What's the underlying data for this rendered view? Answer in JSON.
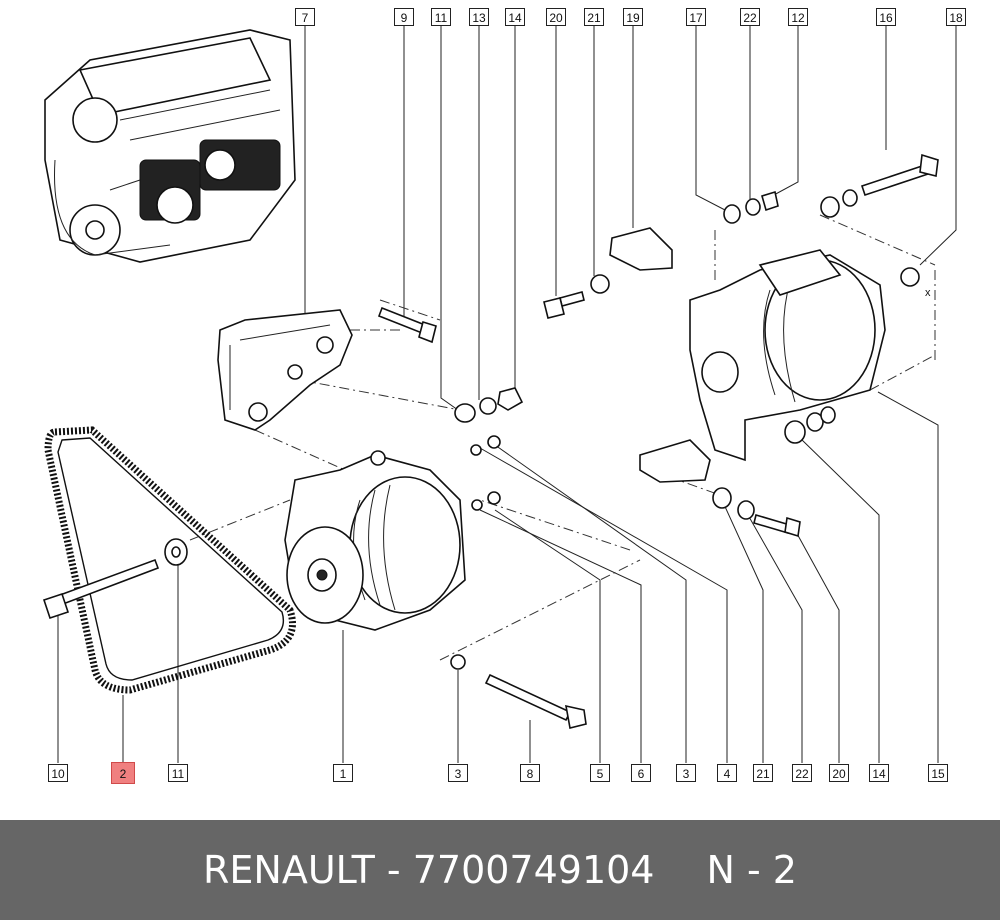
{
  "callouts_top": [
    "7",
    "9",
    "11",
    "13",
    "14",
    "20",
    "21",
    "19",
    "17",
    "22",
    "12",
    "16",
    "18"
  ],
  "callouts_bottom": [
    "10",
    "2",
    "11",
    "1",
    "3",
    "8",
    "5",
    "6",
    "3",
    "4",
    "21",
    "22",
    "20",
    "14",
    "15"
  ],
  "highlighted_part": "2",
  "footer": {
    "brand": "RENAULT",
    "separator": "-",
    "part_number": "7700749104",
    "position_label": "N - 2"
  },
  "colors": {
    "highlight": "#f08080",
    "footer_bg": "#666666"
  }
}
